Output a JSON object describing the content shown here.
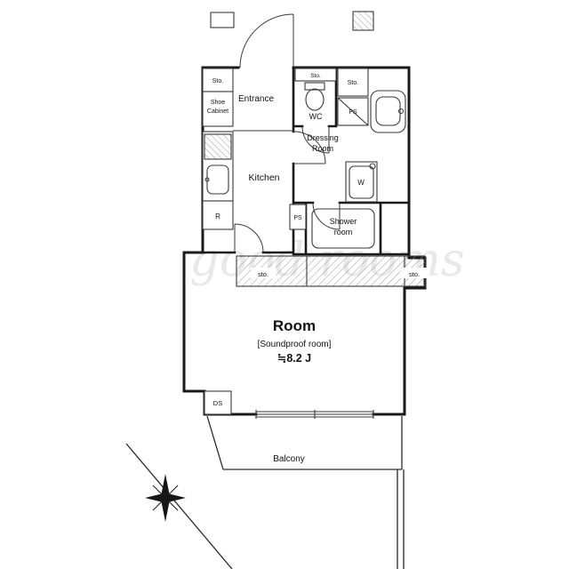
{
  "labels": {
    "sto_entrance": "Sto.",
    "shoe1": "Shoe",
    "shoe2": "Cabinet",
    "entrance": "Entrance",
    "sto_wc": "Sto.",
    "wc": "WC",
    "sto_right": "Sto.",
    "ps_top": "PS",
    "kitchen": "Kitchen",
    "dressing1": "Dressing",
    "dressing2": "Room",
    "w": "W",
    "r": "R",
    "ps_mid": "PS",
    "shower1": "Shower",
    "shower2": "room",
    "sto_band_left": "sto.",
    "sto_band_right": "sto.",
    "room": "Room",
    "room_sub": "[Soundproof room]",
    "room_size": "≒8.2 J",
    "ds": "DS",
    "balcony": "Balcony",
    "watermark": "good rooms"
  },
  "colors": {
    "wall": "#1a1a1a",
    "thin": "#3a3a3a",
    "hatch": "#9a9a9a",
    "watermark": "#d6d6d6"
  }
}
